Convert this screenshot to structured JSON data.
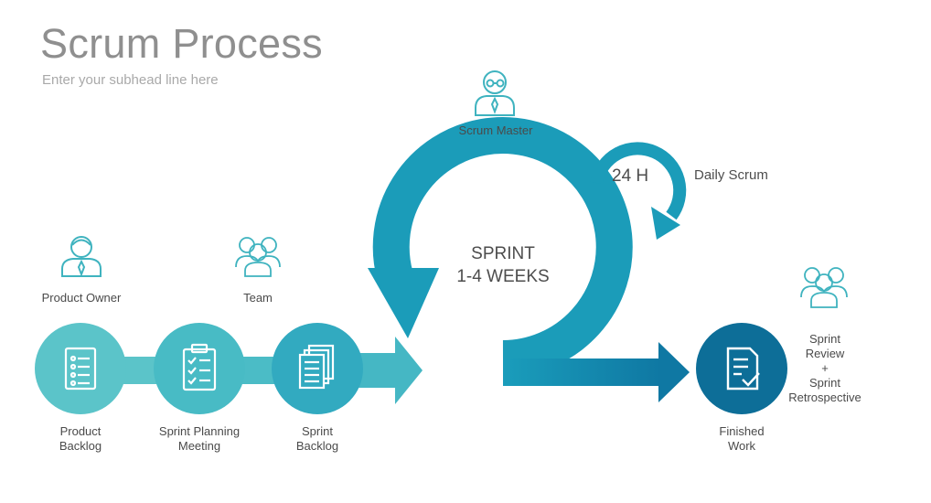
{
  "title": "Scrum Process",
  "subtitle": "Enter your subhead line here",
  "roles": {
    "product_owner": "Product Owner",
    "team": "Team",
    "scrum_master": "Scrum Master"
  },
  "steps": {
    "product_backlog": "Product\nBacklog",
    "sprint_planning": "Sprint Planning\nMeeting",
    "sprint_backlog": "Sprint\nBacklog",
    "finished_work": "Finished\nWork"
  },
  "sprint": {
    "label": "SPRINT\n1-4 WEEKS",
    "daily_cycle": "24 H",
    "daily_label": "Daily Scrum"
  },
  "review": "Sprint\nReview\n+\nSprint\nRetrospective",
  "colors": {
    "teal_light": "#5bc4c9",
    "teal_mid": "#3bb1bf",
    "blue_mid": "#1b9cb9",
    "blue_dark": "#0e6e98",
    "icon_stroke": "#3fb3bf",
    "text": "#4a4a4a",
    "title": "#8f8f8f"
  },
  "icons": {
    "product_owner": "person-tie-icon",
    "team": "group-icon",
    "scrum_master": "person-glasses-icon",
    "review": "group-icon",
    "product_backlog": "list-document-icon",
    "sprint_planning": "clipboard-checklist-icon",
    "sprint_backlog": "stacked-documents-icon",
    "finished_work": "document-check-icon"
  }
}
